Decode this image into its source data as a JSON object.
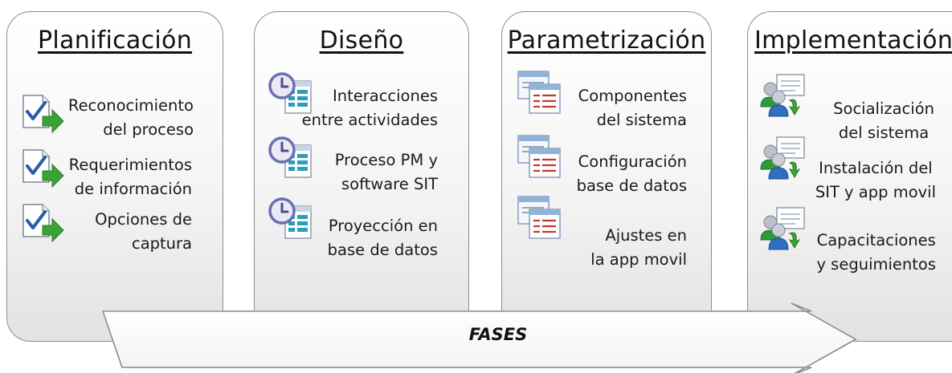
{
  "phases": [
    {
      "title": "Planificación",
      "items": [
        {
          "label": "Reconocimiento\ndel proceso",
          "icon": "checklist-arrow-icon"
        },
        {
          "label": "Requerimientos\nde información",
          "icon": "checklist-arrow-icon"
        },
        {
          "label": "Opciones de\ncaptura",
          "icon": "checklist-arrow-icon"
        }
      ]
    },
    {
      "title": "Diseño",
      "items": [
        {
          "label": "Interacciones\nentre actividades",
          "icon": "clock-list-icon"
        },
        {
          "label": "Proceso PM y\nsoftware SIT",
          "icon": "clock-list-icon"
        },
        {
          "label": "Proyección en\nbase de datos",
          "icon": "clock-list-icon"
        }
      ]
    },
    {
      "title": "Parametrización",
      "items": [
        {
          "label": "Componentes\ndel sistema",
          "icon": "window-tables-icon"
        },
        {
          "label": "Configuración\nbase de datos",
          "icon": "window-tables-icon"
        },
        {
          "label": "Ajustes en\nla app movil",
          "icon": "window-tables-icon"
        }
      ]
    },
    {
      "title": "Implementación",
      "items": [
        {
          "label": "Socialización\ndel sistema",
          "icon": "users-document-icon"
        },
        {
          "label": "Instalación del\nSIT y app movil",
          "icon": "users-document-icon"
        },
        {
          "label": "Capacitaciones\ny seguimientos",
          "icon": "users-document-icon"
        }
      ]
    }
  ],
  "arrow_label": "FASES",
  "colors": {
    "panel_border": "#8e8e8e",
    "check_blue": "#2a5caa",
    "arrow_green": "#3aa335",
    "clock_purple": "#6a6fb4",
    "list_teal": "#2aa0b8",
    "table_red": "#c0392b",
    "window_blue": "#8fb3d9"
  }
}
